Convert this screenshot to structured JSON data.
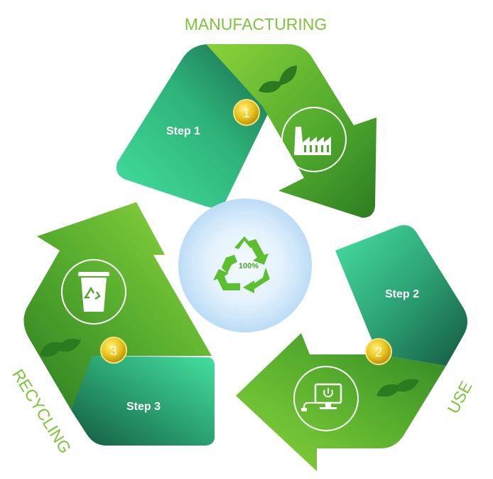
{
  "phases": {
    "manufacturing": "MANUFACTURING",
    "use": "USE",
    "recycling": "RECYCLING"
  },
  "steps": [
    {
      "number": "1",
      "label": "Step 1",
      "icon": "factory-icon"
    },
    {
      "number": "2",
      "label": "Step 2",
      "icon": "computer-power-icon"
    },
    {
      "number": "3",
      "label": "Step 3",
      "icon": "recycle-bin-icon"
    }
  ],
  "center": {
    "percent": "100%",
    "icon": "recycle-symbol-icon"
  },
  "colors": {
    "label_green": "#7cc43a",
    "arrow_green": "#4ea62c",
    "teal": "#3fdc9a",
    "badge_gold": "#e9c81a",
    "center_blue": "#cfe8fb"
  }
}
